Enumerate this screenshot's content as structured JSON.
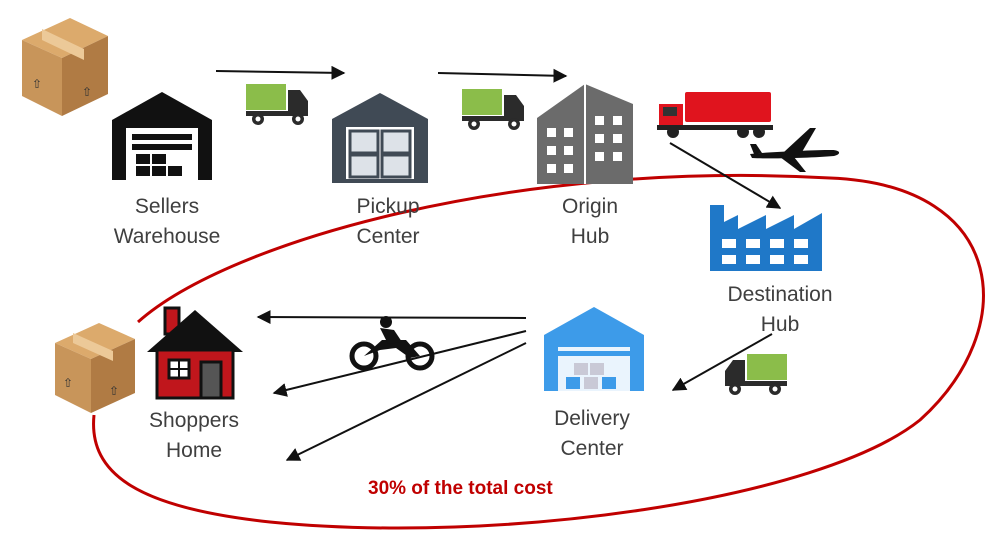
{
  "colors": {
    "text": "#3f3f3f",
    "ellipse": "#c00000",
    "cost_text": "#c00000",
    "box": "#c8955a",
    "warehouse": "#111111",
    "pickup": "#404a55",
    "origin": "#6b6b6b",
    "destination": "#1f78c8",
    "delivery": "#3d9be9",
    "house": "#c0161c",
    "truck_cargo": "#8bbd4a",
    "big_truck": "#e0141e"
  },
  "nodes": {
    "sellers_warehouse": {
      "line1": "Sellers",
      "line2": "Warehouse"
    },
    "pickup_center": {
      "line1": "Pickup",
      "line2": "Center"
    },
    "origin_hub": {
      "line1": "Origin",
      "line2": "Hub"
    },
    "destination_hub": {
      "line1": "Destination",
      "line2": "Hub"
    },
    "delivery_center": {
      "line1": "Delivery",
      "line2": "Center"
    },
    "shoppers_home": {
      "line1": "Shoppers",
      "line2": "Home"
    }
  },
  "annotation": {
    "cost_text": "30% of the total cost"
  },
  "icons": [
    "package-box-icon",
    "warehouse-icon",
    "delivery-truck-icon",
    "pickup-center-icon",
    "office-building-icon",
    "semi-truck-icon",
    "airplane-icon",
    "factory-icon",
    "distribution-center-icon",
    "motorcycle-icon",
    "house-icon"
  ]
}
